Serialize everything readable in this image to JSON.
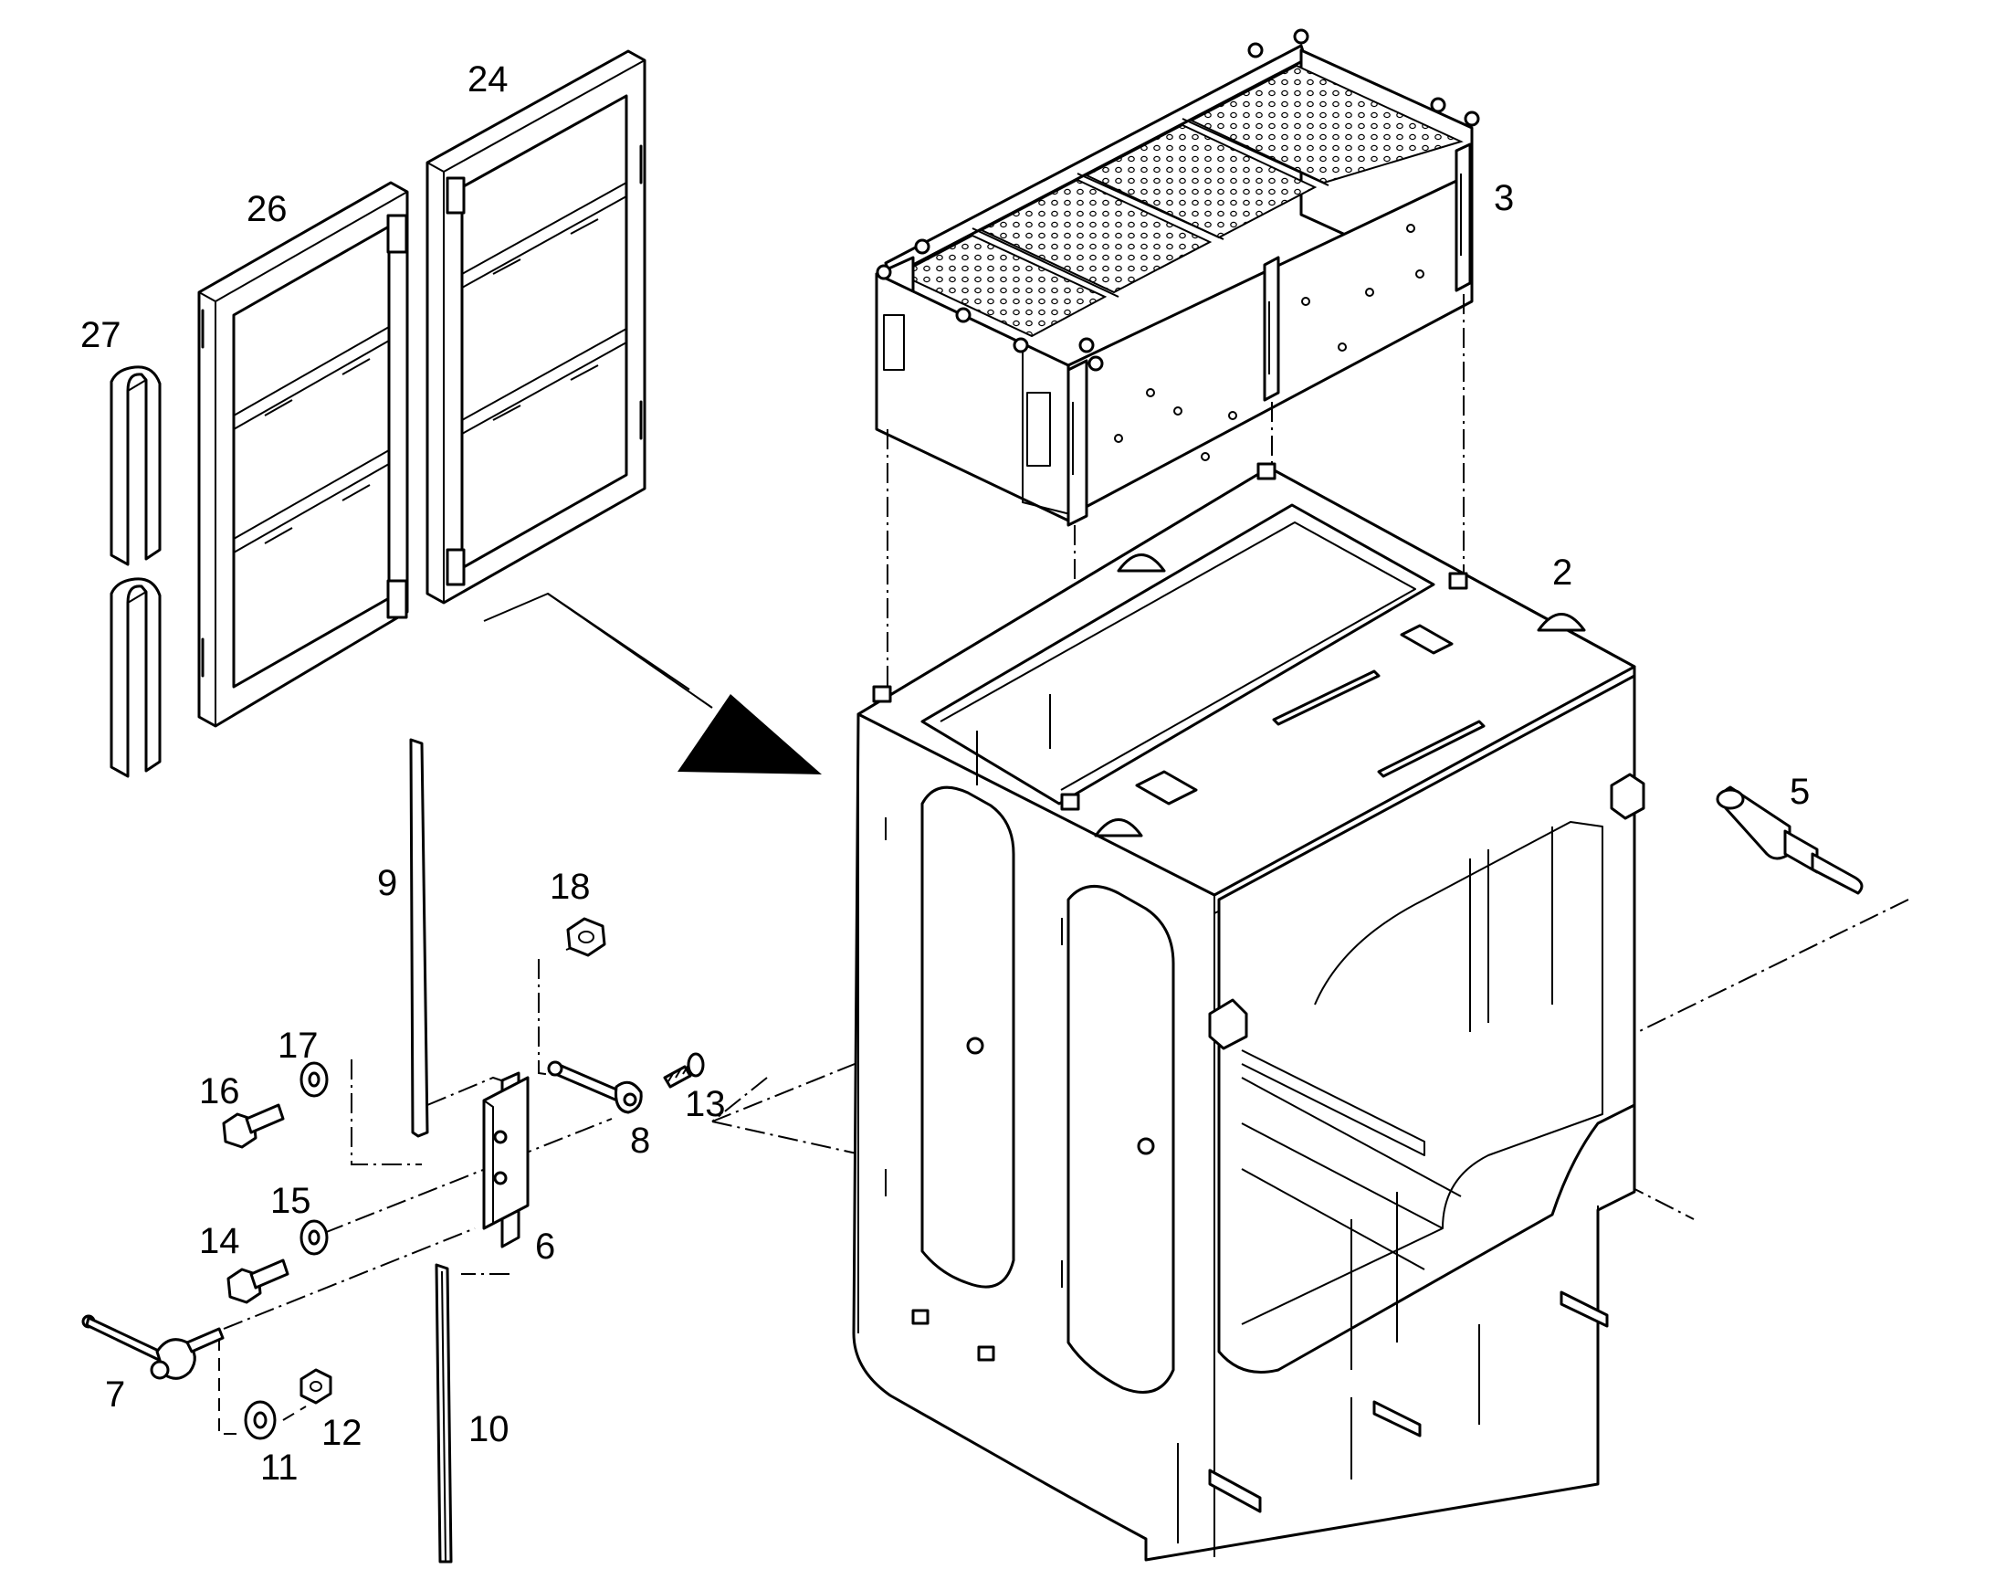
{
  "diagram": {
    "callouts": [
      {
        "id": "c2",
        "text": "2"
      },
      {
        "id": "c3",
        "text": "3"
      },
      {
        "id": "c5",
        "text": "5"
      },
      {
        "id": "c6",
        "text": "6"
      },
      {
        "id": "c7",
        "text": "7"
      },
      {
        "id": "c8",
        "text": "8"
      },
      {
        "id": "c9",
        "text": "9"
      },
      {
        "id": "c10",
        "text": "10"
      },
      {
        "id": "c11",
        "text": "11"
      },
      {
        "id": "c12",
        "text": "12"
      },
      {
        "id": "c13",
        "text": "13"
      },
      {
        "id": "c14",
        "text": "14"
      },
      {
        "id": "c15",
        "text": "15"
      },
      {
        "id": "c16",
        "text": "16"
      },
      {
        "id": "c17",
        "text": "17"
      },
      {
        "id": "c18",
        "text": "18"
      },
      {
        "id": "c24",
        "text": "24"
      },
      {
        "id": "c26",
        "text": "26"
      },
      {
        "id": "c27",
        "text": "27"
      }
    ]
  }
}
